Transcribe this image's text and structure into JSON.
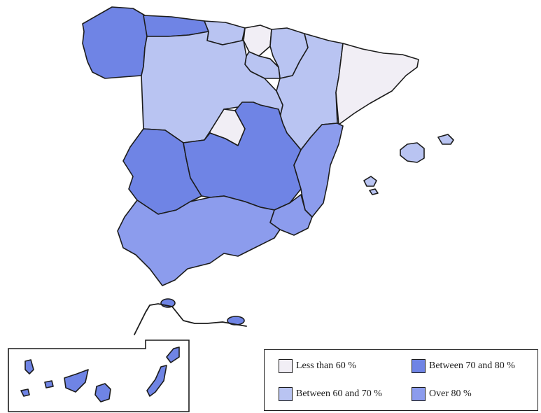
{
  "colors": {
    "less_than_60": "#f1eef5",
    "between_60_70": "#b9c4f2",
    "between_70_80": "#6f84e5",
    "over_80": "#8c9ced"
  },
  "regions": [
    {
      "name": "Galicia",
      "class": "between_70_80"
    },
    {
      "name": "Asturias",
      "class": "between_70_80"
    },
    {
      "name": "Cantabria",
      "class": "between_60_70"
    },
    {
      "name": "Basque Country",
      "class": "less_than_60"
    },
    {
      "name": "Navarra",
      "class": "between_60_70"
    },
    {
      "name": "La Rioja",
      "class": "between_60_70"
    },
    {
      "name": "Aragon",
      "class": "between_60_70"
    },
    {
      "name": "Catalonia",
      "class": "less_than_60"
    },
    {
      "name": "Castile and Leon",
      "class": "between_60_70"
    },
    {
      "name": "Madrid",
      "class": "less_than_60"
    },
    {
      "name": "Extremadura",
      "class": "between_70_80"
    },
    {
      "name": "Castile-La Mancha",
      "class": "between_70_80"
    },
    {
      "name": "Valencia",
      "class": "over_80"
    },
    {
      "name": "Murcia",
      "class": "over_80"
    },
    {
      "name": "Andalusia",
      "class": "over_80"
    },
    {
      "name": "Balearic Islands",
      "class": "between_60_70"
    },
    {
      "name": "Canary Islands",
      "class": "between_70_80"
    },
    {
      "name": "Ceuta",
      "class": "between_70_80"
    },
    {
      "name": "Melilla",
      "class": "between_70_80"
    }
  ],
  "legend": {
    "items": [
      {
        "key": "less_than_60",
        "label": "Less than 60 %"
      },
      {
        "key": "between_70_80",
        "label": "Between 70 and 80 %"
      },
      {
        "key": "between_60_70",
        "label": "Between 60 and 70 %"
      },
      {
        "key": "over_80",
        "label": "Over 80 %"
      }
    ]
  }
}
